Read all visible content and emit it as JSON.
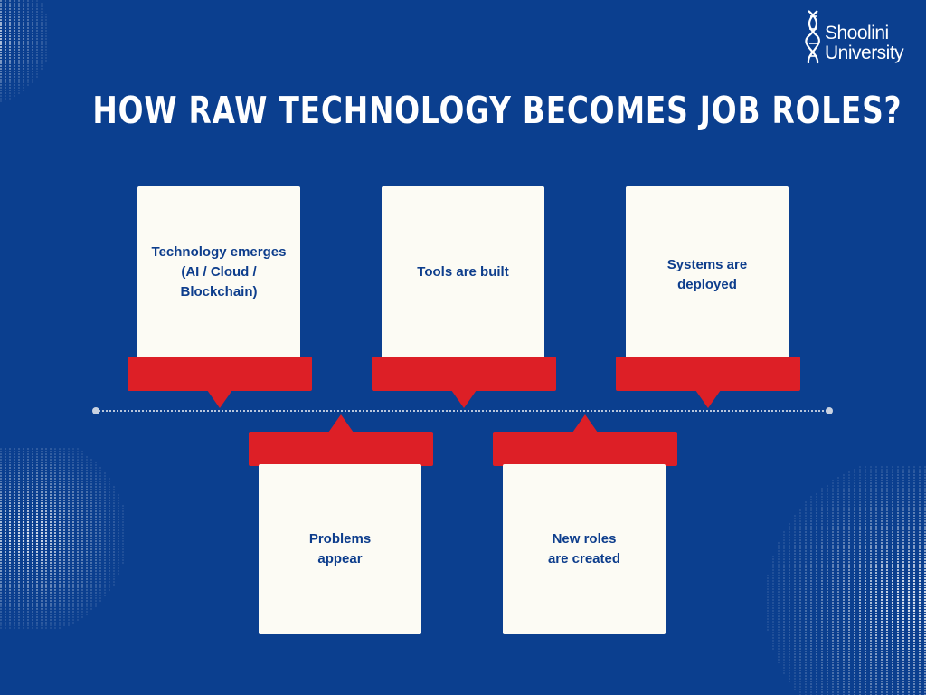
{
  "title": "HOW RAW TECHNOLOGY BECOMES JOB ROLES?",
  "logo": {
    "line1": "Shoolini",
    "line2": "University"
  },
  "colors": {
    "background": "#0b3f8f",
    "accent": "#dd1f26",
    "card": "#fcfbf4",
    "card_text": "#0d3d8c"
  },
  "steps_top": [
    {
      "label": "Technology emerges (AI / Cloud / Blockchain)"
    },
    {
      "label": "Tools are built"
    },
    {
      "label": "Systems are deployed"
    }
  ],
  "steps_bottom": [
    {
      "label": "Problems appear"
    },
    {
      "label": "New roles are created"
    }
  ]
}
